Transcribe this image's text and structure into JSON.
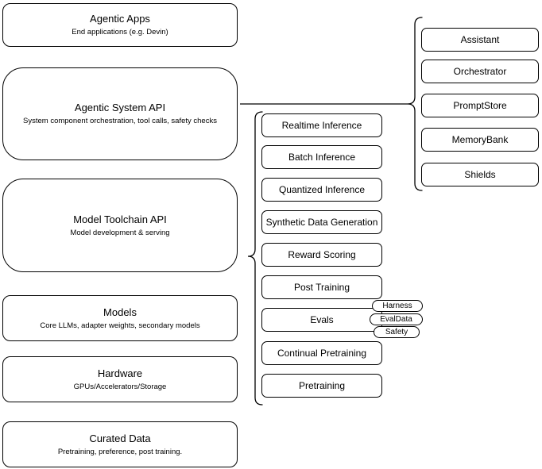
{
  "diagram": {
    "left_column": [
      {
        "title": "Agentic Apps",
        "subtitle": "End applications (e.g. Devin)"
      },
      {
        "title": "Agentic System API",
        "subtitle": "System component orchestration, tool calls, safety checks"
      },
      {
        "title": "Model Toolchain API",
        "subtitle": "Model development & serving"
      },
      {
        "title": "Models",
        "subtitle": "Core LLMs, adapter weights, secondary models"
      },
      {
        "title": "Hardware",
        "subtitle": "GPUs/Accelerators/Storage"
      },
      {
        "title": "Curated Data",
        "subtitle": "Pretraining, preference, post training."
      }
    ],
    "toolchain_components": [
      "Realtime Inference",
      "Batch Inference",
      "Quantized Inference",
      "Synthetic Data Generation",
      "Reward Scoring",
      "Post Training",
      "Evals",
      "Continual Pretraining",
      "Pretraining"
    ],
    "eval_pills": [
      "Harness",
      "EvalData",
      "Safety"
    ],
    "system_components": [
      "Assistant",
      "Orchestrator",
      "PromptStore",
      "MemoryBank",
      "Shields"
    ],
    "colors": {
      "stroke": "#000000",
      "fill": "#ffffff",
      "text": "#000000"
    }
  }
}
